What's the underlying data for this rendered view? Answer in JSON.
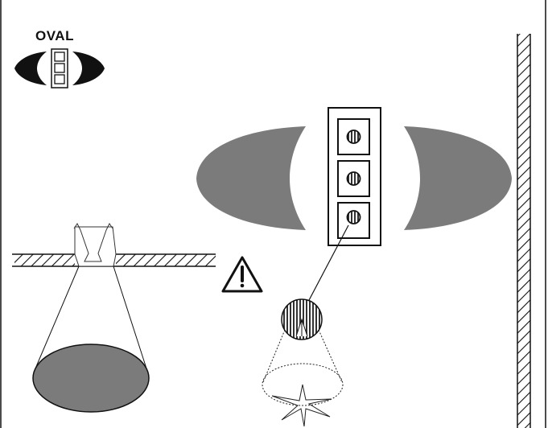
{
  "legend": {
    "title": "OVAL",
    "icon": "oval-beam-lamp-icon",
    "lamp_count": 3
  },
  "colors": {
    "beam_fill": "#7b7b7b",
    "outline": "#111111",
    "background": "#ffffff"
  },
  "icons": {
    "warning": "warning-triangle-icon",
    "ceiling": "hatched-ceiling-section",
    "wall": "hatched-wall-section",
    "fixture": "recessed-fixture-icon",
    "lamp_detail": "lamp-magnifier-icon",
    "light_spot": "light-burst-icon"
  }
}
